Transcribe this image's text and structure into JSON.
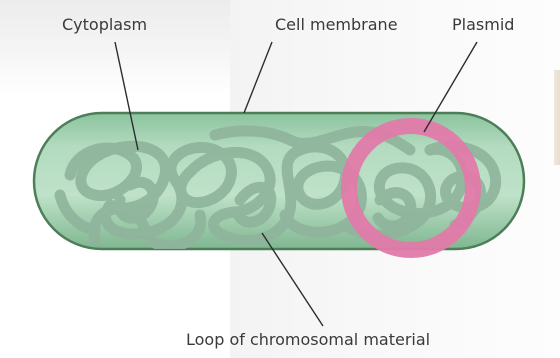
{
  "labels": {
    "cytoplasm": "Cytoplasm",
    "cell_membrane": "Cell membrane",
    "plasmid": "Plasmid",
    "chromosomal_loop": "Loop of chromosomal material"
  },
  "colors": {
    "cell_fill": "#a9d1b5",
    "cell_outline": "#4c7e57",
    "chromosome": "#8fb59c",
    "plasmid": "#e17aaa",
    "leader_line": "#2d2d2d",
    "label_text": "#3a3a3a"
  }
}
